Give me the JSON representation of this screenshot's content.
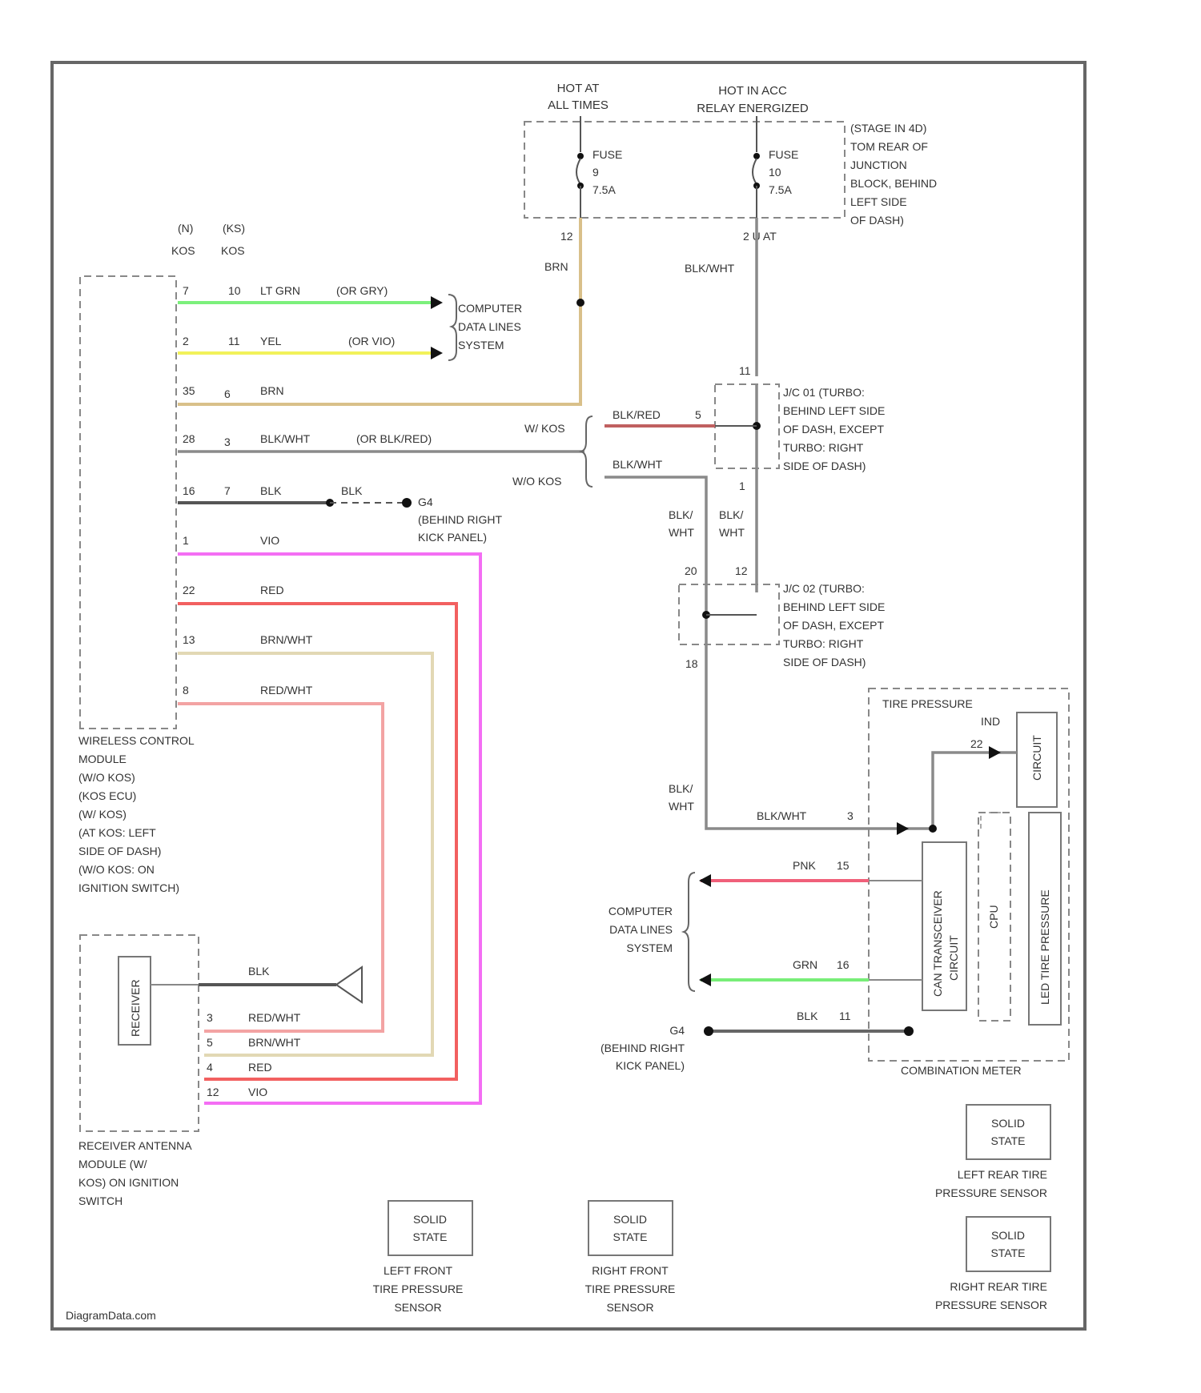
{
  "power": {
    "hot_all_times_1": "HOT AT",
    "hot_all_times_2": "ALL TIMES",
    "hot_relay_1": "HOT IN ACC",
    "hot_relay_2": "RELAY ENERGIZED",
    "fuse_a_1": "FUSE",
    "fuse_a_2": "9",
    "fuse_a_3": "7.5A",
    "fuse_b_1": "FUSE",
    "fuse_b_2": "10",
    "fuse_b_3": "7.5A",
    "fuse_block_note": [
      "(STAGE IN 4D)",
      "TOM REAR OF",
      "JUNCTION",
      "BLOCK, BEHIND",
      "LEFT SIDE",
      "OF DASH)"
    ],
    "pin_a": "12",
    "pin_b": "2 U AT",
    "wire_a": "BRN",
    "wire_b": "BLK/WHT"
  },
  "wcm": {
    "hdr_1a": "(N)",
    "hdr_1b": "KOS",
    "hdr_2a": "(KS)",
    "hdr_2b": "KOS",
    "wires": [
      {
        "pin": "7",
        "cav": "10",
        "color": "LT GRN",
        "alt": "(OR GRY)"
      },
      {
        "pin": "2",
        "cav": "11",
        "color": "YEL",
        "alt": "(OR VIO)"
      },
      {
        "pin": "35",
        "cav": "6",
        "color": "BRN",
        "alt": ""
      },
      {
        "pin": "28",
        "cav": "3",
        "color": "BLK/WHT",
        "alt": "(OR BLK/RED)"
      },
      {
        "pin": "16",
        "cav": "7",
        "color": "BLK",
        "alt": ""
      },
      {
        "pin": "1",
        "cav": "",
        "color": "VIO",
        "alt": ""
      },
      {
        "pin": "22",
        "cav": "",
        "color": "RED",
        "alt": ""
      },
      {
        "pin": "13",
        "cav": "",
        "color": "BRN/WHT",
        "alt": ""
      },
      {
        "pin": "8",
        "cav": "",
        "color": "RED/WHT",
        "alt": ""
      }
    ],
    "blk_jump": "BLK",
    "ground_label": "G4",
    "ground_note_1": "(BEHIND RIGHT",
    "ground_note_2": "KICK PANEL)",
    "label": [
      "WIRELESS CONTROL",
      "MODULE",
      "(W/O KOS)",
      "(KOS ECU)",
      "(W/ KOS)",
      "(AT KOS: LEFT",
      "SIDE OF DASH)",
      "(W/O KOS: ON",
      "IGNITION SWITCH)"
    ]
  },
  "data_links_top": [
    "COMPUTER",
    "DATA LINES",
    "SYSTEM"
  ],
  "jc1": {
    "w_kos": "W/ KOS",
    "wo_kos": "W/O KOS",
    "wire_red": "BLK/RED",
    "wire_red_pin": "5",
    "wire_blk": "BLK/WHT",
    "top_pin": "11",
    "bottom_pin": "1",
    "note": [
      "J/C 01 (TURBO:",
      "BEHIND LEFT SIDE",
      "OF DASH, EXCEPT",
      "TURBO: RIGHT",
      "SIDE OF DASH)"
    ],
    "v1": [
      "BLK/",
      "WHT"
    ],
    "v2": [
      "BLK/",
      "WHT"
    ]
  },
  "jc2": {
    "pin_l": "20",
    "pin_r": "12",
    "pin_bottom": "18",
    "note": [
      "J/C 02 (TURBO:",
      "BEHIND LEFT SIDE",
      "OF DASH, EXCEPT",
      "TURBO: RIGHT",
      "SIDE OF DASH)"
    ],
    "v1": [
      "BLK/",
      "WHT"
    ],
    "wire_bottom": "BLK/WHT",
    "pin_meter": "3"
  },
  "meter": {
    "tpms_1": "TIRE PRESSURE",
    "tpms_2": "IND",
    "circuit_1": "CIRCUIT",
    "pin_22": "22",
    "can": [
      "CAN TRANSCEIVER",
      "CIRCUIT"
    ],
    "cpu": "CPU",
    "lcd": [
      "LED TIRE PRESSURE"
    ],
    "pnk": "PNK",
    "pnk_pin": "15",
    "grn": "GRN",
    "grn_pin": "16",
    "blk": "BLK",
    "blk_pin": "11",
    "label": "COMBINATION METER"
  },
  "data_links_bottom": [
    "COMPUTER",
    "DATA LINES",
    "SYSTEM"
  ],
  "ground_bottom": {
    "label": "G4",
    "note_1": "(BEHIND RIGHT",
    "note_2": "KICK PANEL)"
  },
  "receiver": {
    "inner": "RECEIVER",
    "ant_wire": "BLK",
    "wires": [
      {
        "pin": "3",
        "color": "RED/WHT"
      },
      {
        "pin": "5",
        "color": "BRN/WHT"
      },
      {
        "pin": "4",
        "color": "RED"
      },
      {
        "pin": "12",
        "color": "VIO"
      }
    ],
    "label": [
      "RECEIVER ANTENNA",
      "MODULE (W/",
      "KOS) ON IGNITION",
      "SWITCH"
    ]
  },
  "sensors": [
    {
      "line1": "SOLID",
      "line2": "STATE",
      "cap": [
        "LEFT FRONT",
        "TIRE PRESSURE",
        "SENSOR"
      ]
    },
    {
      "line1": "SOLID",
      "line2": "STATE",
      "cap": [
        "RIGHT FRONT",
        "TIRE PRESSURE",
        "SENSOR"
      ]
    },
    {
      "line1": "SOLID",
      "line2": "STATE",
      "cap": [
        "LEFT REAR TIRE",
        "PRESSURE SENSOR"
      ]
    },
    {
      "line1": "SOLID",
      "line2": "STATE",
      "cap": [
        "RIGHT REAR TIRE",
        "PRESSURE SENSOR"
      ]
    }
  ],
  "watermark": "DiagramData.com",
  "colors": {
    "lt_grn": "#7cf07c",
    "yel": "#f2f25a",
    "brn": "#d9c08a",
    "blk_wht": "#8a8a8a",
    "blk": "#555555",
    "vio": "#f46ef4",
    "red": "#f26060",
    "brn_wht": "#e2d8b4",
    "red_wht": "#f3a3a3",
    "pnk": "#f0607a",
    "grn": "#78ee78"
  }
}
